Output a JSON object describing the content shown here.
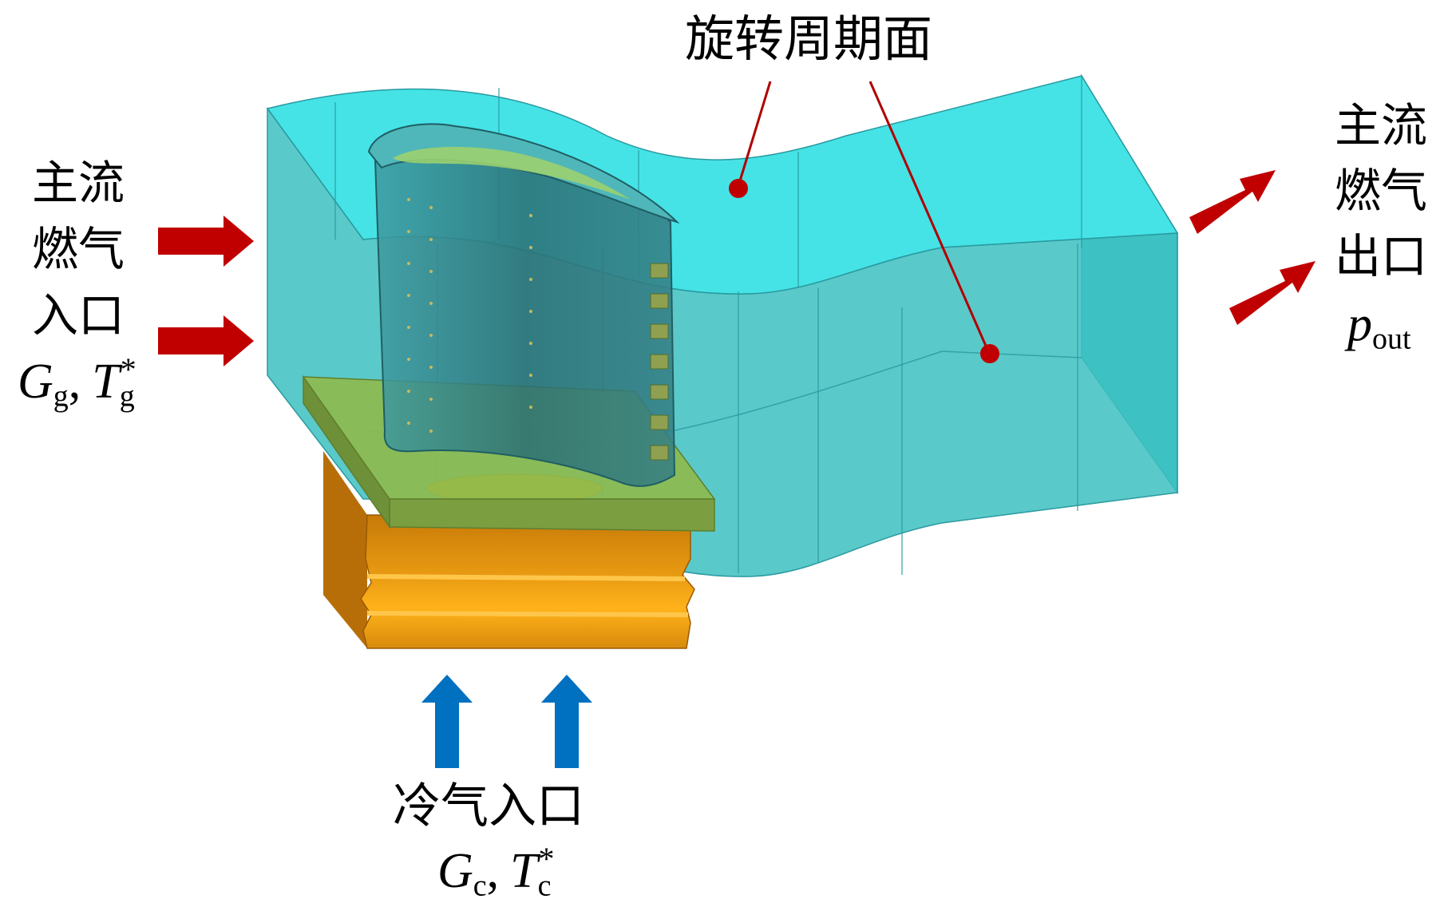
{
  "labels": {
    "periodic_face": "旋转周期面",
    "inlet_line1": "主流",
    "inlet_line2": "燃气",
    "inlet_line3": "入口",
    "outlet_line1": "主流",
    "outlet_line2": "燃气",
    "outlet_line3": "出口",
    "coolant_inlet": "冷气入口"
  },
  "variables": {
    "inlet": {
      "G": "G",
      "G_sub": "g",
      "sep": ",",
      "T": "T",
      "T_sub": "g",
      "T_sup": "*"
    },
    "outlet": {
      "p": "p",
      "p_sub": "out"
    },
    "coolant": {
      "G": "G",
      "G_sub": "c",
      "sep": ",",
      "T": "T",
      "T_sub": "c",
      "T_sup": "*"
    }
  },
  "colors": {
    "fluid_domain": "#45E3E6",
    "fluid_edge": "#2A9AA0",
    "blade": "#2F7F86",
    "platform": "#8DBB4E",
    "root": "#E89A12",
    "root_dark": "#B86E08",
    "mainstream_arrow": "#C00000",
    "coolant_arrow": "#0070C0",
    "leader_line": "#B00000"
  },
  "icons": {
    "mainstream_inlet_arrows": "right-arrow",
    "mainstream_outlet_arrows": "up-right-arrow",
    "coolant_arrows": "up-arrow"
  }
}
